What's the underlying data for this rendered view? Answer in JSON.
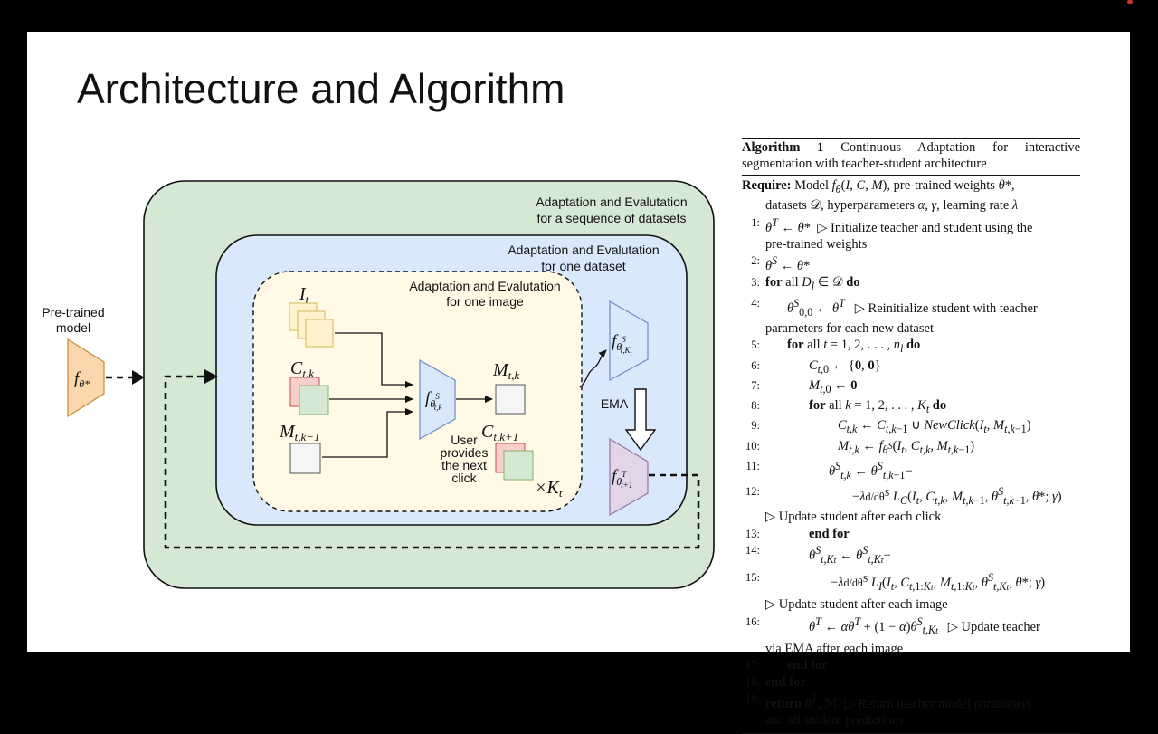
{
  "title": "Architecture and Algorithm",
  "diagram": {
    "outer_label_1": "Adaptation and Evalutation",
    "outer_label_2": "for a sequence of datasets",
    "mid_label_1": "Adaptation and Evalutation",
    "mid_label_2": "for one dataset",
    "inner_label_1": "Adaptation and Evalutation",
    "inner_label_2": "for one image",
    "pretrained_1": "Pre-trained",
    "pretrained_2": "model",
    "ema": "EMA",
    "user_1": "User",
    "user_2": "provides",
    "user_3": "the next",
    "user_4": "click",
    "colors": {
      "outer_bg": "#d5e8d4",
      "mid_bg": "#dae8fc",
      "inner_bg": "#fff9e6",
      "pretrained_fill": "#fad7ac",
      "image_fill": "#fff2cc",
      "click_red": "#f8cecc",
      "click_green": "#d5e8d4",
      "mask_gray": "#f5f5f5",
      "student_fill": "#dae8fc",
      "teacher_fill": "#e1d5e7"
    }
  },
  "algorithm": {
    "caption_head": "Algorithm 1",
    "caption_text": "Continuous Adaptation for interactive segmentation with teacher-student architecture",
    "require_kw": "Require:",
    "require_text": "Model f_θ(I, C, M), pre-trained weights θ*, datasets 𝒟, hyperparameters α, γ, learning rate λ",
    "lines": [
      {
        "n": "1:",
        "text": "θ^T ← θ*  ▷ Initialize teacher and student using the pre-trained weights"
      },
      {
        "n": "2:",
        "text": "θ^S ← θ*"
      },
      {
        "n": "3:",
        "text": "for all D_l ∈ 𝒟 do"
      },
      {
        "n": "4:",
        "text": "θ^S_{0,0} ← θ^T  ▷ Reinitialize student with teacher parameters for each new dataset"
      },
      {
        "n": "5:",
        "text": "for all t = 1, 2, . . . , n_l do"
      },
      {
        "n": "6:",
        "text": "C_{t,0} ← {0, 0}"
      },
      {
        "n": "7:",
        "text": "M_{t,0} ← 0"
      },
      {
        "n": "8:",
        "text": "for all k = 1, 2, . . . , K_t do"
      },
      {
        "n": "9:",
        "text": "C_{t,k} ← C_{t,k−1} ∪ NewClick(I_t, M_{t,k−1})"
      },
      {
        "n": "10:",
        "text": "M_{t,k} ← f_{θ^S}(I_t, C_{t,k}, M_{t,k−1})"
      },
      {
        "n": "11:",
        "text": "θ^S_{t,k} ← θ^S_{t,k−1} −"
      },
      {
        "n": "12:",
        "text": "−λ d/dθ^S L_C(I_t, C_{t,k}, M_{t,k−1}, θ^S_{t,k−1}, θ*; γ)  ▷ Update student after each click"
      },
      {
        "n": "13:",
        "text": "end for"
      },
      {
        "n": "14:",
        "text": "θ^S_{t,K_t} ← θ^S_{t,K_t} −"
      },
      {
        "n": "15:",
        "text": "−λ d/dθ^S L_I(I_t, C_{t,1:K_t}, M_{t,1:K_t}, θ^S_{t,K_t}, θ*; γ)  ▷ Update student after each image"
      },
      {
        "n": "16:",
        "text": "θ^T ← αθ^T + (1 − α)θ^S_{t,K_t}  ▷ Update teacher via EMA after each image"
      },
      {
        "n": "17:",
        "text": "end for"
      },
      {
        "n": "18:",
        "text": "end for"
      },
      {
        "n": "19:",
        "text": "return θ^T, ℳ  ▷ Return teacher model parameters and all student predictions"
      }
    ]
  }
}
